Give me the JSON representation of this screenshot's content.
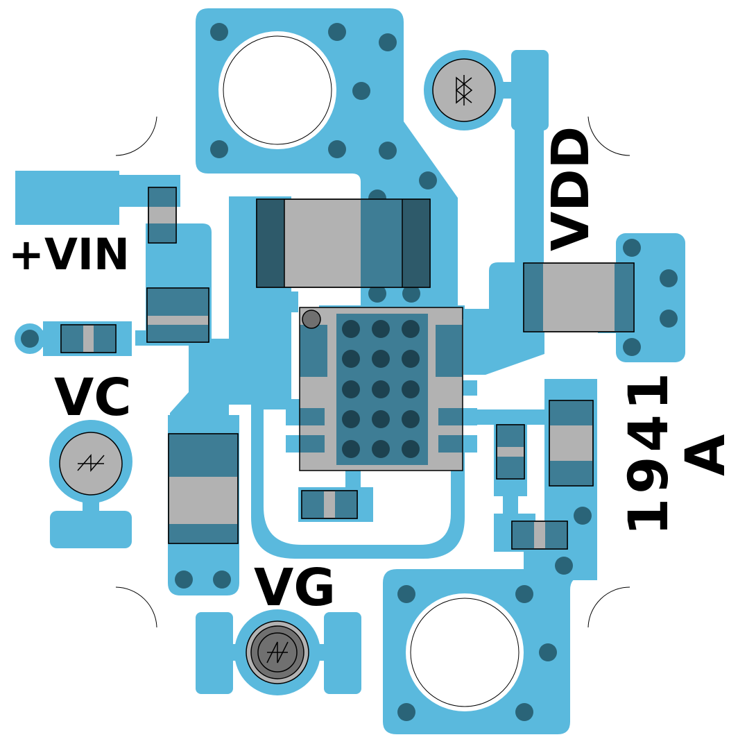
{
  "labels": {
    "vin": "+VIN",
    "vc": "VC",
    "vg": "VG",
    "vdd": "VDD",
    "part_number": "1941",
    "revision": "A"
  },
  "colors": {
    "copper": "#5ab9dd",
    "via": "#2a6478",
    "component_body": "#b2b2b2",
    "component_end": "#3e7d95",
    "component_end_dark": "#2e5a6a",
    "chip_via": "#1d4250",
    "silkscreen": "#000000",
    "board": "#ffffff"
  },
  "icons": [
    "mounting-hole-icon",
    "test-point-icon",
    "via-icon",
    "pin1-marker-icon"
  ]
}
